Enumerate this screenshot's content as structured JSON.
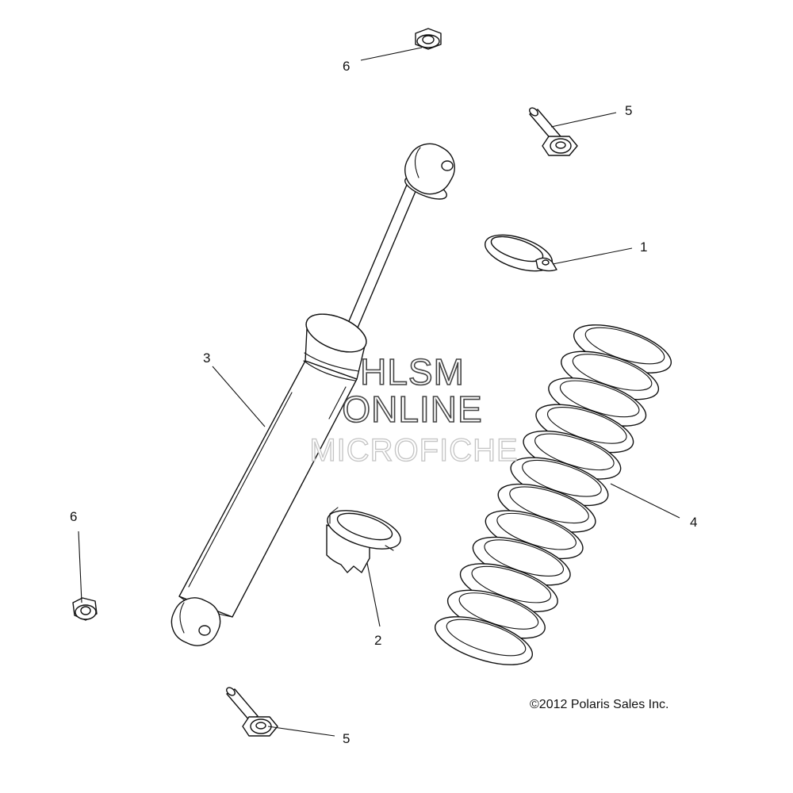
{
  "callouts": {
    "nut_top": "6",
    "bolt_top": "5",
    "retainer": "1",
    "shock": "3",
    "spring": "4",
    "nut_left": "6",
    "adjuster": "2",
    "bolt_bottom": "5"
  },
  "watermark": {
    "line1": "HLSM",
    "line2": "ONLINE",
    "line3": "MICROFICHE"
  },
  "copyright": "©2012 Polaris Sales Inc."
}
